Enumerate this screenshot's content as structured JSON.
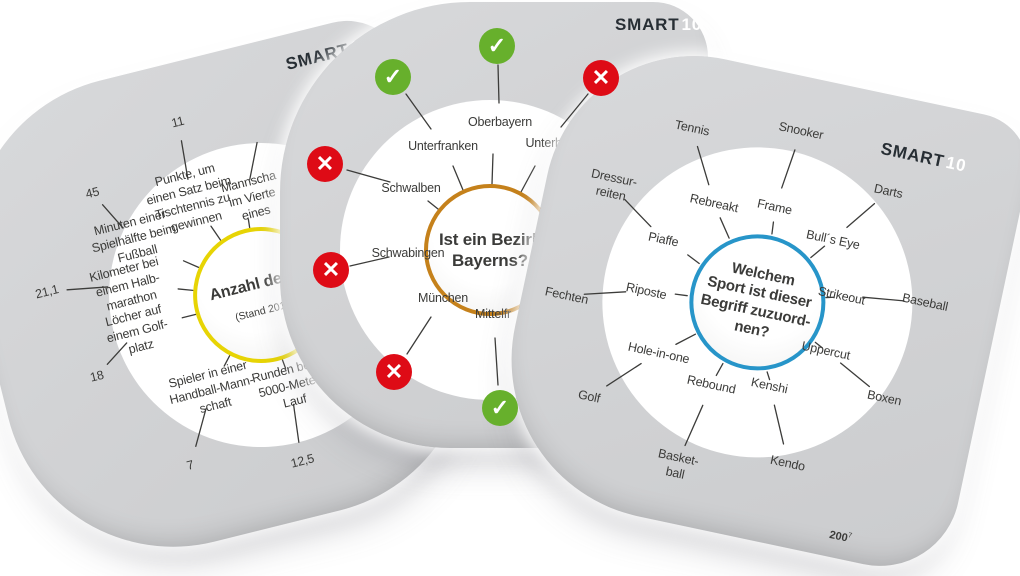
{
  "brand": {
    "name": "SMART",
    "number": "10"
  },
  "icons": {
    "check": "✓",
    "cross": "✕"
  },
  "colors": {
    "page": "#ffffff",
    "card_bg": "#d2d3d5",
    "ink": "#3b3b39",
    "logo_dark": "#272e34",
    "circle_yellow": "#e7d404",
    "circle_orange": "#c5811b",
    "circle_blue": "#2795c9",
    "mark_green": "#67b02c",
    "mark_red": "#de0b16"
  },
  "cards": {
    "anzahl": {
      "question": "Anzahl der …",
      "subtitle": "(Stand 2019)",
      "labels": {
        "n11": "11",
        "punkte": "Punkte, um\neinen Satz beim\nTischtennis zu\ngewinnen",
        "mannschaft": "Mannscha\nim Vierte\neines",
        "n45": "45",
        "minuten": "Minuten einer\nSpielhälfte beim\nFußball",
        "n21_1": "21,1",
        "kilometer": "Kilometer bei\neinem Halb-\nmarathon",
        "loecher": "Löcher auf\neinem Golf-\nplatz",
        "n18": "18",
        "spieler": "Spieler in einer\nHandball-Mann-\nschaft",
        "n7": "7",
        "runden": "Runden beim\n5000-Meter-\nLauf",
        "n12_5": "12,5"
      }
    },
    "bezirk": {
      "question": "Ist ein Bezirk\nBayerns?",
      "labels": {
        "oberbayern": "Oberbayern",
        "unterfranken": "Unterfranken",
        "unterbayern": "Unterba",
        "schwalben": "Schwalben",
        "schwabingen": "Schwabingen",
        "muenchen": "München",
        "mittelfranken": "Mittelfr"
      }
    },
    "sport": {
      "question": "Welchem\nSport ist dieser\nBegriff zuzuord-\nnen?",
      "labels": {
        "tennis": "Tennis",
        "snooker": "Snooker",
        "darts": "Darts",
        "rebreakt": "Rebreakt",
        "frame": "Frame",
        "bulls_eye": "Bull´s Eye",
        "dressurreiten": "Dressur-\nreiten",
        "piaffe": "Piaffe",
        "fechten": "Fechten",
        "riposte": "Riposte",
        "strikeout": "Strikeout",
        "baseball": "Baseball",
        "uppercut": "Uppercut",
        "boxen": "Boxen",
        "hole_in_one": "Hole-in-one",
        "golf": "Golf",
        "rebound": "Rebound",
        "basketball": "Basket-\nball",
        "kenshi": "Kenshi",
        "kendo": "Kendo"
      },
      "card_number": "200",
      "card_number_sup": "7"
    }
  }
}
